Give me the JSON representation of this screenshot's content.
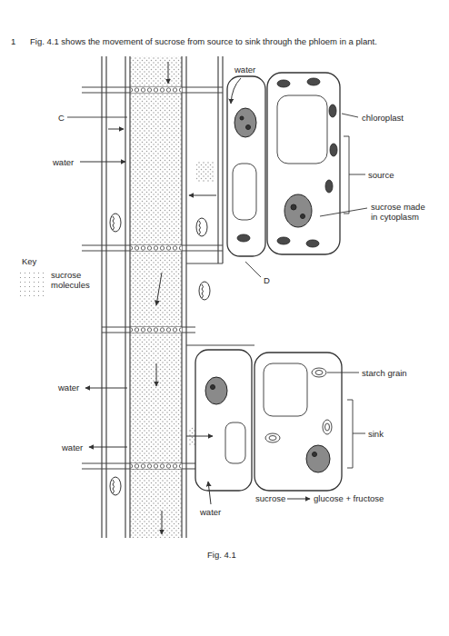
{
  "diagram": {
    "title": "Fig. 4.1 shows the movement of sucrose from source to sink through the phloem in a plant.",
    "caption": "Fig. 4.1",
    "labels": [
      "1",
      "water",
      "C",
      "chloroplast",
      "water",
      "source",
      "sucrose made in cytoplasm",
      "Key",
      "D",
      "starch grain",
      "water",
      "sink",
      "water",
      "sucrose",
      "glucose + fructose",
      "water"
    ],
    "legend": [
      {
        "text": "sucrose molecules"
      }
    ]
  }
}
